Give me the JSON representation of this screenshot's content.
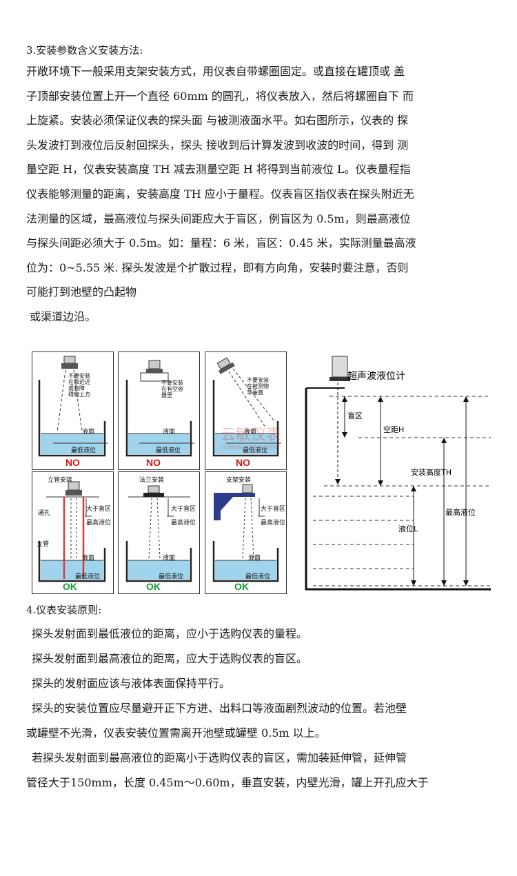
{
  "section3": {
    "heading": "3.安装参数含义安装方法:",
    "lines": [
      "开敞环境下一般采用支架安装方式，用仪表自带螺圈固定。或直接在罐顶或 盖",
      "子顶部安装位置上开一个直径 60mm 的圆孔，将仪表放入，然后将螺圈自下 而",
      "上旋紧。安装必须保证仪表的探头面 与被测液面水平。如右图所示，仪表的 探",
      "头发波打到液位后反射回探头，探头 接收到后计算发波到收波的时间，得到 测",
      "量空距 H，仪表安装高度 TH 减去测量空距 H 将得到当前液位 L。仪表量程指",
      "仪表能够测量的距离，安装高度 TH 应小于量程。仪表盲区指仪表在探头附近无",
      "法测量的区域，最高液位与探头间距应大于盲区，例盲区为 0.5m，则最高液位",
      "与探头间距必须大于 0.5m。如：量程：6 米，盲区：0.45 米，实际测量最高液",
      "位为：0~5.55 米. 探头发波是个扩散过程，即有方向角，安装时要注意，否则",
      "可能打到池壁的凸起物",
      " 或渠道边沿。"
    ]
  },
  "figure_left": {
    "panels": [
      {
        "note": "不要安装\n在靠近近\n或有障\n碍物上方",
        "surface": "液面",
        "lowest": "最低液位",
        "status": "NO"
      },
      {
        "note": "不要安装\n在有空容\n器里",
        "surface": "液面",
        "lowest": "最低液位",
        "status": "NO"
      },
      {
        "note": "不要安装\n在被测物\n非垂直",
        "surface": "液面",
        "lowest": "最低液位",
        "status": "NO"
      },
      {
        "title": "立管安装",
        "label_hole": "通孔",
        "label_pipe": "立管",
        "label_blind": "大于盲区",
        "label_highest": "最高液位",
        "surface": "液面",
        "lowest": "最低液位",
        "status": "OK"
      },
      {
        "title": "法兰安装",
        "label_blind": "大于盲区",
        "label_highest": "最高液位",
        "surface": "液面",
        "lowest": "最低液位",
        "status": "OK"
      },
      {
        "title": "支架安装",
        "label_blind": "大于盲区",
        "label_highest": "最高液位",
        "surface": "液面",
        "lowest": "最低液位",
        "status": "OK"
      }
    ]
  },
  "figure_right": {
    "device": "超声波液位计",
    "blind": "盲区",
    "air_gap": "空距H",
    "install_height": "安装高度TH",
    "level": "液位L",
    "max_level": "最高液位",
    "watermark_cn": "云敏仪表",
    "watermark_en": "YUNMIN INSTRUMENT"
  },
  "section4": {
    "heading": "4.仪表安装原则:",
    "items": [
      "探头发射面到最低液位的距离，应小于选购仪表的量程。",
      "探头发射面到最高液位的距离，应大于选购仪表的盲区。",
      "探头的发射面应该与液体表面保持平行。",
      "探头的安装位置应尽量避开正下方进、出料口等液面剧烈波动的位置。若池壁",
      "或罐壁不光滑，仪表安装位置需离开池壁或罐壁 0.5m 以上。",
      "若探头发射面到最高液位的距离小于选购仪表的盲区，需加装延伸管，延伸管",
      "管径大于150mm，长度 0.45m～0.60m，垂直安装，内壁光滑，罐上开孔应大于"
    ]
  }
}
